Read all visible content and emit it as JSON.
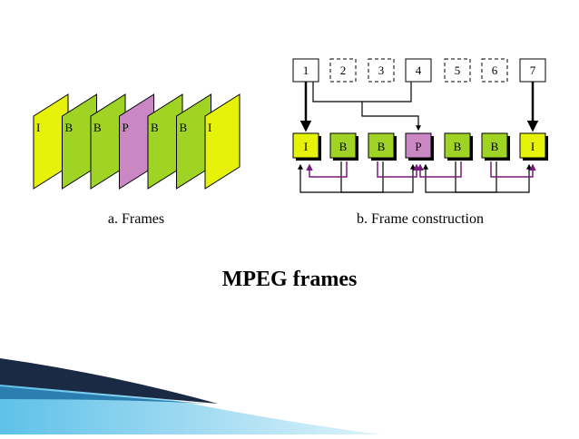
{
  "diagram": {
    "left_panel": {
      "frames": [
        "I",
        "B",
        "B",
        "P",
        "B",
        "B",
        "I"
      ],
      "caption": "a. Frames"
    },
    "right_panel": {
      "order_boxes": [
        "1",
        "2",
        "3",
        "4",
        "5",
        "6",
        "7"
      ],
      "frame_row": [
        "I",
        "B",
        "B",
        "P",
        "B",
        "B",
        "I"
      ],
      "caption": "b. Frame construction"
    }
  },
  "slide_title": "MPEG frames",
  "colors": {
    "i_frame": "#e6f20a",
    "b_frame": "#9fd425",
    "p_frame": "#c987c4",
    "forward_arrow": "#000000",
    "backward_arrow": "#7b1a7e",
    "ribbon_dark": "#1b2a44",
    "ribbon_light": "#3aa6d6"
  }
}
